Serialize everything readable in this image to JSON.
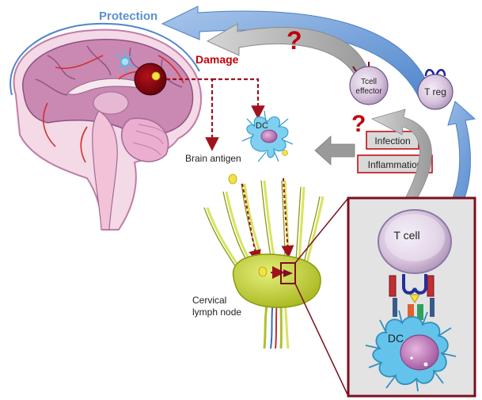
{
  "labels": {
    "protection": "Protection",
    "damage": "Damage",
    "question_top": "?",
    "question_mid": "?",
    "tcell_effector_line1": "Tcell",
    "tcell_effector_line2": "effector",
    "treg": "T reg",
    "dc_small": "DC",
    "brain_antigen": "Brain antigen",
    "infection": "Infection",
    "inflammation": "Inflammation",
    "cervical_line1": "Cervical",
    "cervical_line2": "lymph node",
    "tcell_big": "T cell",
    "dc_big": "DC"
  },
  "colors": {
    "protection": "#5b8fd0",
    "damage": "#c0000a",
    "brain_tissue": "#c989b3",
    "brain_dark": "#9c5f8e",
    "lymph_node": "#c8d83a",
    "dc_blue": "#64c3ea",
    "inset_border": "#7a1020",
    "inset_bg": "#e3e3e3",
    "box_bg": "#d9d9d9",
    "box_border": "#c0000a"
  }
}
